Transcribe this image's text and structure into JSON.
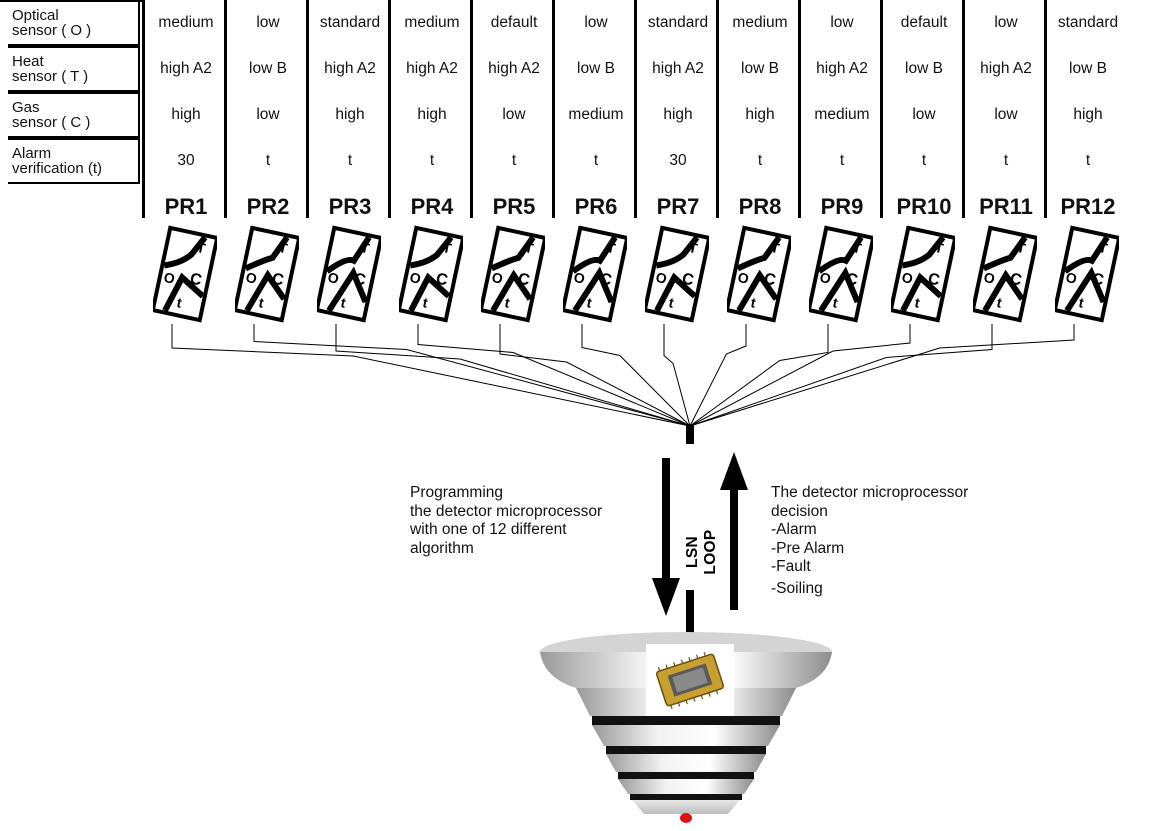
{
  "parameters": [
    {
      "label_line1": "Optical",
      "label_line2": "sensor ( O )",
      "values": [
        "medium",
        "low",
        "standard",
        "medium",
        "default",
        "low",
        "standard",
        "medium",
        "low",
        "default",
        "low",
        "standard"
      ]
    },
    {
      "label_line1": "Heat",
      "label_line2": "sensor ( T )",
      "values": [
        "high A2",
        "low B",
        "high A2",
        "high A2",
        "high A2",
        "low B",
        "high A2",
        "low B",
        "high A2",
        "low B",
        "high A2",
        "low B"
      ]
    },
    {
      "label_line1": "Gas",
      "label_line2": "sensor ( C )",
      "values": [
        "high",
        "low",
        "high",
        "high",
        "low",
        "medium",
        "high",
        "high",
        "medium",
        "low",
        "low",
        "high"
      ]
    },
    {
      "label_line1": "Alarm",
      "label_line2": "verification (t)",
      "values": [
        "30",
        "t",
        "t",
        "t",
        "t",
        "t",
        "30",
        "t",
        "t",
        "t",
        "t",
        "t"
      ]
    }
  ],
  "programs": [
    "PR1",
    "PR2",
    "PR3",
    "PR4",
    "PR5",
    "PR6",
    "PR7",
    "PR8",
    "PR9",
    "PR10",
    "PR11",
    "PR12"
  ],
  "pictogram_letters": {
    "top": "T",
    "left": "O",
    "right": "C",
    "bottom": "t"
  },
  "loop_label": "LSN LOOP",
  "left_caption": [
    "Programming",
    "the detector microprocessor",
    "with  one of 12 different",
    "algorithm"
  ],
  "right_caption": [
    "The detector microprocessor",
    "decision",
    "-Alarm",
    "-Pre Alarm",
    "-Fault",
    "-Soiling"
  ],
  "colors": {
    "ink": "#000000",
    "chip_gold": "#c8a030",
    "indicator_red": "#e01010"
  }
}
